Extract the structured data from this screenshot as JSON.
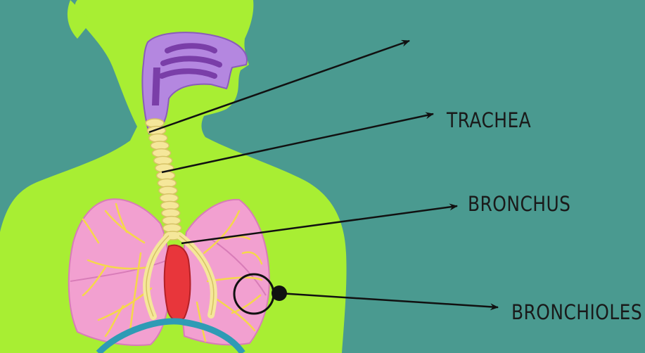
{
  "colors": {
    "background": "#4A9A90",
    "body": "#A8EE33",
    "nasal_cavity": "#B487E0",
    "turbinates": "#7A3EA8",
    "lung": "#F2A0D0",
    "lung_outline": "#D87CB8",
    "airway": "#F5E79A",
    "airway_outline": "#D6C266",
    "heart": "#E8363B",
    "diaphragm": "#2E9BB5",
    "arrow": "#111111",
    "label_text": "#1A1A1A"
  },
  "labels": {
    "unlabeled_arrow": "",
    "trachea": "TRACHEA",
    "bronchus": "BRONCHUS",
    "bronchioles": "BRONCHIOLES"
  },
  "icons": [
    "arrow-icon",
    "circle-callout-icon"
  ]
}
